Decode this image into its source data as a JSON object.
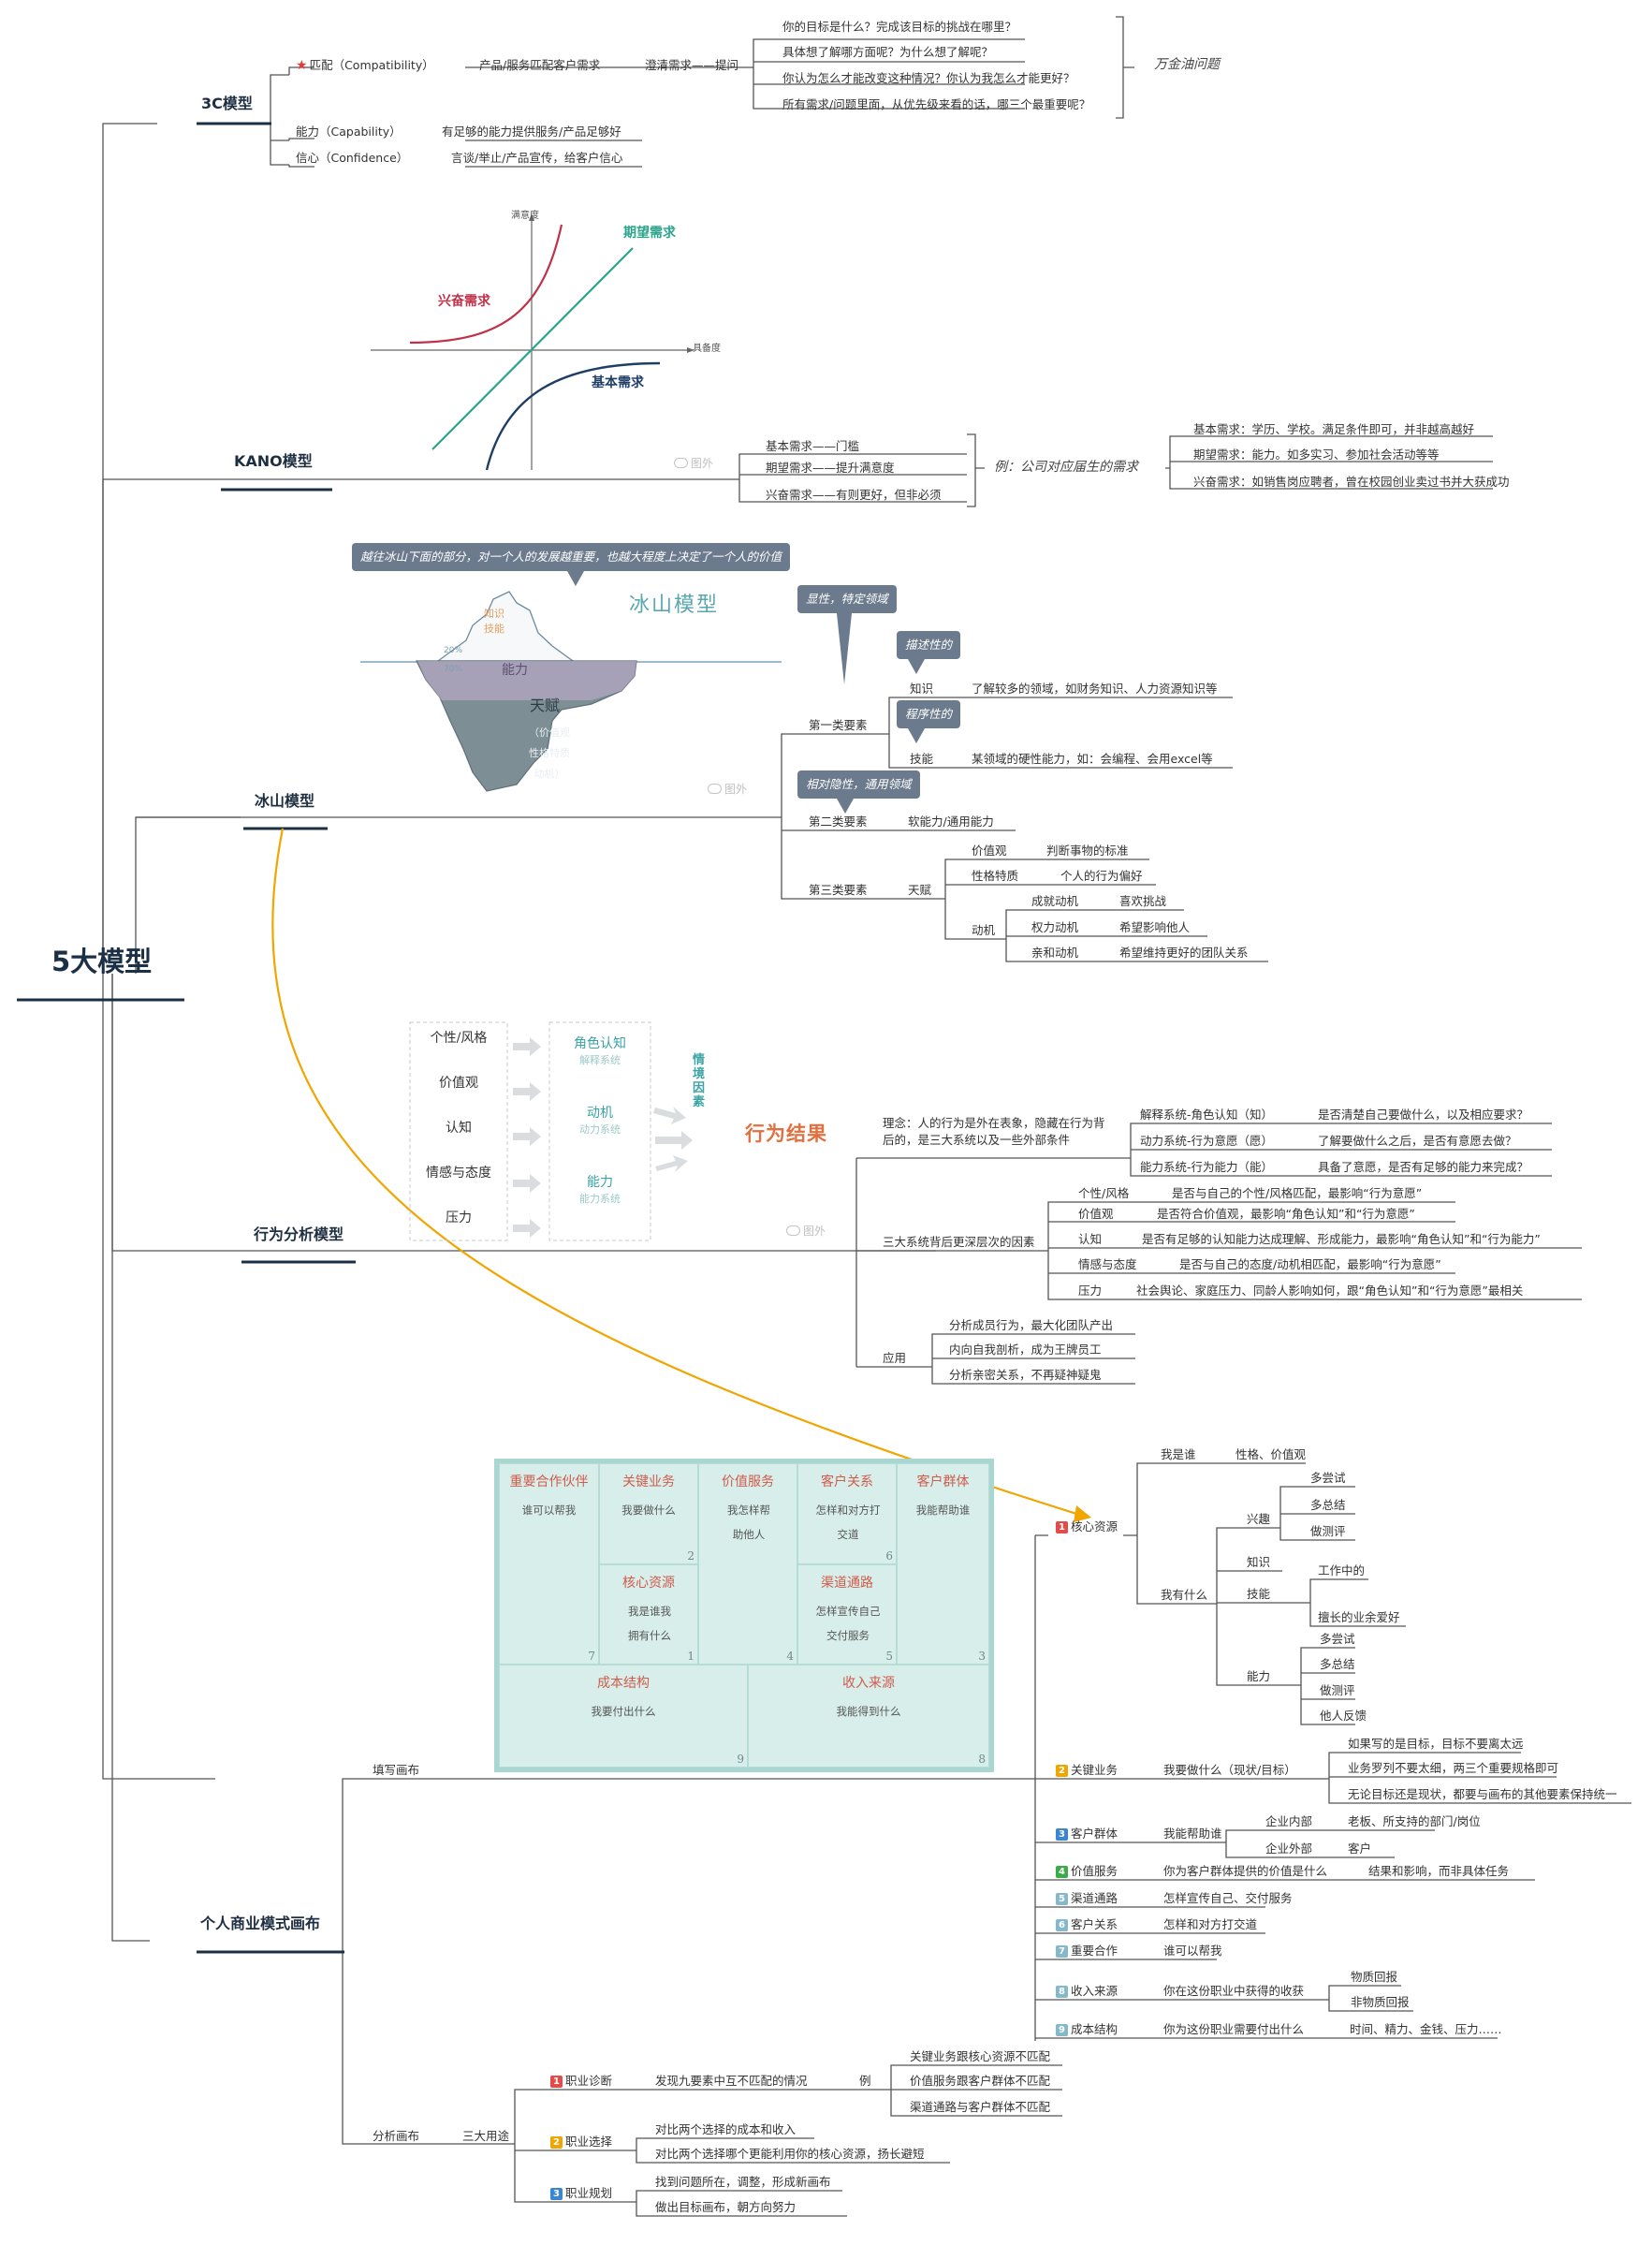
{
  "root": {
    "title": "5大模型"
  },
  "sections": [
    {
      "id": "s3c",
      "title": "3C模型"
    },
    {
      "id": "skano",
      "title": "KANO模型"
    },
    {
      "id": "sice",
      "title": "冰山模型"
    },
    {
      "id": "sbeh",
      "title": "行为分析模型"
    },
    {
      "id": "sbmc",
      "title": "个人商业模式画布"
    }
  ],
  "c3": {
    "compat": "匹配（Compatibility）",
    "compat_icon": "red-star-icon",
    "compat_desc": "产品/服务匹配客户需求",
    "clarify": "澄清需求——提问",
    "questions": [
      "你的目标是什么？完成该目标的挑战在哪里？",
      "具体想了解哪方面呢？为什么想了解呢？",
      "你认为怎么才能改变这种情况？你认为我怎么才能更好？",
      "所有需求/问题里面，从优先级来看的话，哪三个最重要呢？"
    ],
    "golden": "万金油问题",
    "capability": "能力（Capability）",
    "capability_desc": "有足够的能力提供服务/产品足够好",
    "confidence": "信心（Confidence）",
    "confidence_desc": "言谈/举止/产品宣传，给客户信心"
  },
  "kano": {
    "chart": {
      "y_axis": "满意度",
      "x_axis": "具备度",
      "expected": "期望需求",
      "exciting": "兴奋需求",
      "basic": "基本需求",
      "colors": {
        "expected": "#2aa58c",
        "exciting": "#c0314a",
        "basic": "#1e3e66"
      }
    },
    "items": [
      "基本需求——门槛",
      "期望需求——提升满意度",
      "兴奋需求——有则更好，但非必须"
    ],
    "example": "例：公司对应届生的需求",
    "example_items": [
      "基本需求：学历、学校。满足条件即可，并非越高越好",
      "期望需求：能力。如多实习、参加社会活动等等",
      "兴奋需求：如销售岗应聘者，曾在校园创业卖过书并大获成功"
    ],
    "watermark": "图外"
  },
  "iceberg": {
    "bubble": "越往冰山下面的部分，对一个人的发展越重要，也越大程度上决定了一个人的价值",
    "image": {
      "title": "冰山模型",
      "tip": "知识\n技能",
      "pct1": "20%",
      "pct2": "70%",
      "middle": "能力",
      "bottom_title": "天赋",
      "bottom_sub": "（价值观\n性格特质\n动机）"
    },
    "watermark": "图外",
    "f1": "第一类要素",
    "b1": "显性，特定领域",
    "knowledge": "知识",
    "knowledge_tag": "描述性的",
    "knowledge_desc": "了解较多的领域，如财务知识、人力资源知识等",
    "skill": "技能",
    "skill_tag": "程序性的",
    "skill_desc": "某领域的硬性能力，如：会编程、会用excel等",
    "f2": "第二类要素",
    "b2": "相对隐性，通用领域",
    "f2_desc": "软能力/通用能力",
    "f3": "第三类要素",
    "talent": "天赋",
    "values": "价值观",
    "values_desc": "判断事物的标准",
    "trait": "性格特质",
    "trait_desc": "个人的行为偏好",
    "motive": "动机",
    "m1": "成就动机",
    "m1_desc": "喜欢挑战",
    "m2": "权力动机",
    "m2_desc": "希望影响他人",
    "m3": "亲和动机",
    "m3_desc": "希望维持更好的团队关系"
  },
  "behavior": {
    "image": {
      "factors": [
        "个性/风格",
        "价值观",
        "认知",
        "情感与态度",
        "压力"
      ],
      "systems": [
        {
          "t": "角色认知",
          "s": "解释系统"
        },
        {
          "t": "动机",
          "s": "动力系统"
        },
        {
          "t": "能力",
          "s": "能力系统"
        }
      ],
      "context": "情境因素",
      "result": "行为结果"
    },
    "watermark": "图外",
    "concept": "理念：人的行为是外在表象，隐藏在行为背后的，是三大系统以及一些外部条件",
    "sys": [
      [
        "解释系统-角色认知（知）",
        "是否清楚自己要做什么，以及相应要求？"
      ],
      [
        "动力系统-行为意愿（愿）",
        "了解要做什么之后，是否有意愿去做？"
      ],
      [
        "能力系统-行为能力（能）",
        "具备了意愿，是否有足够的能力来完成？"
      ]
    ],
    "deep": "三大系统背后更深层次的因素",
    "deep_items": [
      [
        "个性/风格",
        "是否与自己的个性/风格匹配，最影响“行为意愿”"
      ],
      [
        "价值观",
        "是否符合价值观，最影响“角色认知”和“行为意愿”"
      ],
      [
        "认知",
        "是否有足够的认知能力达成理解、形成能力，最影响“角色认知”和“行为能力”"
      ],
      [
        "情感与态度",
        "是否与自己的态度/动机相匹配，最影响“行为意愿”"
      ],
      [
        "压力",
        "社会舆论、家庭压力、同龄人影响如何，跟“角色认知”和“行为意愿”最相关"
      ]
    ],
    "apply": "应用",
    "apply_items": [
      "分析成员行为，最大化团队产出",
      "内向自我剖析，成为王牌员工",
      "分析亲密关系，不再疑神疑鬼"
    ]
  },
  "bmc": {
    "canvas": {
      "partners": {
        "t": "重要合作伙伴",
        "s": "谁可以帮我",
        "n": "7"
      },
      "activities": {
        "t": "关键业务",
        "s": "我要做什么",
        "n": "2"
      },
      "value": {
        "t": "价值服务",
        "s": "我怎样帮助他人",
        "n": "4"
      },
      "relation": {
        "t": "客户关系",
        "s": "怎样和对方打交道",
        "n": "6"
      },
      "segments": {
        "t": "客户群体",
        "s": "我能帮助谁",
        "n": "3"
      },
      "resources": {
        "t": "核心资源",
        "s": "我是谁我拥有什么",
        "n": "1"
      },
      "channels": {
        "t": "渠道通路",
        "s": "怎样宣传自己交付服务",
        "n": "5"
      },
      "cost": {
        "t": "成本结构",
        "s": "我要付出什么",
        "n": "9"
      },
      "revenue": {
        "t": "收入来源",
        "s": "我能得到什么",
        "n": "8"
      }
    },
    "fill": "填写画布",
    "r1": {
      "label": "核心资源",
      "num": "1",
      "color": "#e34a4a",
      "who": "我是谁",
      "who_desc": "性格、价值观",
      "have": "我有什么",
      "interest": "兴趣",
      "interest_items": [
        "多尝试",
        "多总结",
        "做测评"
      ],
      "knowledge": "知识",
      "skill": "技能",
      "skill_items": [
        "工作中的",
        "擅长的业余爱好"
      ],
      "ability": "能力",
      "ability_items": [
        "多尝试",
        "多总结",
        "做测评",
        "他人反馈"
      ]
    },
    "r2": {
      "label": "关键业务",
      "num": "2",
      "color": "#f0a500",
      "desc": "我要做什么（现状/目标）",
      "items": [
        "如果写的是目标，目标不要离太远",
        "业务罗列不要太细，两三个重要规格即可",
        "无论目标还是现状，都要与画布的其他要素保持统一"
      ]
    },
    "r3": {
      "label": "客户群体",
      "num": "3",
      "color": "#3a86d4",
      "desc": "我能帮助谁",
      "inner": "企业内部",
      "inner_desc": "老板、所支持的部门/岗位",
      "outer": "企业外部",
      "outer_desc": "客户"
    },
    "r4": {
      "label": "价值服务",
      "num": "4",
      "color": "#3aaa4a",
      "desc": "你为客户群体提供的价值是什么",
      "desc2": "结果和影响，而非具体任务"
    },
    "r5": {
      "label": "渠道通路",
      "num": "5",
      "color": "#86b8cc",
      "desc": "怎样宣传自己、交付服务"
    },
    "r6": {
      "label": "客户关系",
      "num": "6",
      "color": "#86b8cc",
      "desc": "怎样和对方打交道"
    },
    "r7": {
      "label": "重要合作",
      "num": "7",
      "color": "#86b8cc",
      "desc": "谁可以帮我"
    },
    "r8": {
      "label": "收入来源",
      "num": "8",
      "color": "#86b8cc",
      "desc": "你在这份职业中获得的收获",
      "items": [
        "物质回报",
        "非物质回报"
      ]
    },
    "r9": {
      "label": "成本结构",
      "num": "9",
      "color": "#86b8cc",
      "desc": "你为这份职业需要付出什么",
      "desc2": "时间、精力、金钱、压力……"
    },
    "analyze": "分析画布",
    "uses": "三大用途",
    "u1": {
      "label": "职业诊断",
      "num": "1",
      "color": "#e34a4a",
      "desc": "发现九要素中互不匹配的情况",
      "ex": "例",
      "items": [
        "关键业务跟核心资源不匹配",
        "价值服务跟客户群体不匹配",
        "渠道通路与客户群体不匹配"
      ]
    },
    "u2": {
      "label": "职业选择",
      "num": "2",
      "color": "#f0a500",
      "items": [
        "对比两个选择的成本和收入",
        "对比两个选择哪个更能利用你的核心资源，扬长避短"
      ]
    },
    "u3": {
      "label": "职业规划",
      "num": "3",
      "color": "#3a86d4",
      "items": [
        "找到问题所在，调整，形成新画布",
        "做出目标画布，朝方向努力"
      ]
    },
    "arrow_color": "#f0a500"
  }
}
